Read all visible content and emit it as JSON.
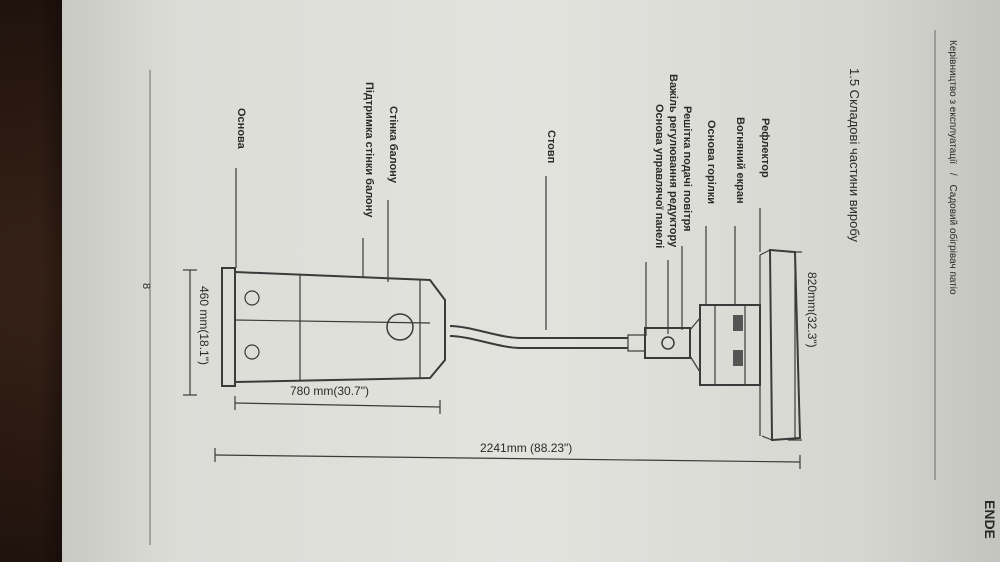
{
  "header": {
    "left": "Керівництво з експлуатації",
    "separator": "/",
    "right": "Садовий обігрівач патіо",
    "brand_fragment": "ENDE"
  },
  "section": {
    "title": "1.5 Складові частини виробу"
  },
  "labels": {
    "reflector": "Рефлектор",
    "fire_screen": "Вогняний екран",
    "burner_base": "Основа горілки",
    "air_grille": "Решітка подачі повітря",
    "regulator_lever": "Важіль регулювання редуктору",
    "control_panel_base": "Основа управлячої панелі",
    "pole": "Стовп",
    "cylinder_wall": "Стінка балону",
    "cylinder_wall_support": "Підтримка стінки балону",
    "base": "Основа"
  },
  "dimensions": {
    "d820": "820mm(32.3\")",
    "d2241": "2241mm (88.23\")",
    "d780": "780 mm(30.7\")",
    "d460": "460 mm(18.1\")"
  },
  "footer": {
    "page_number": "8"
  }
}
